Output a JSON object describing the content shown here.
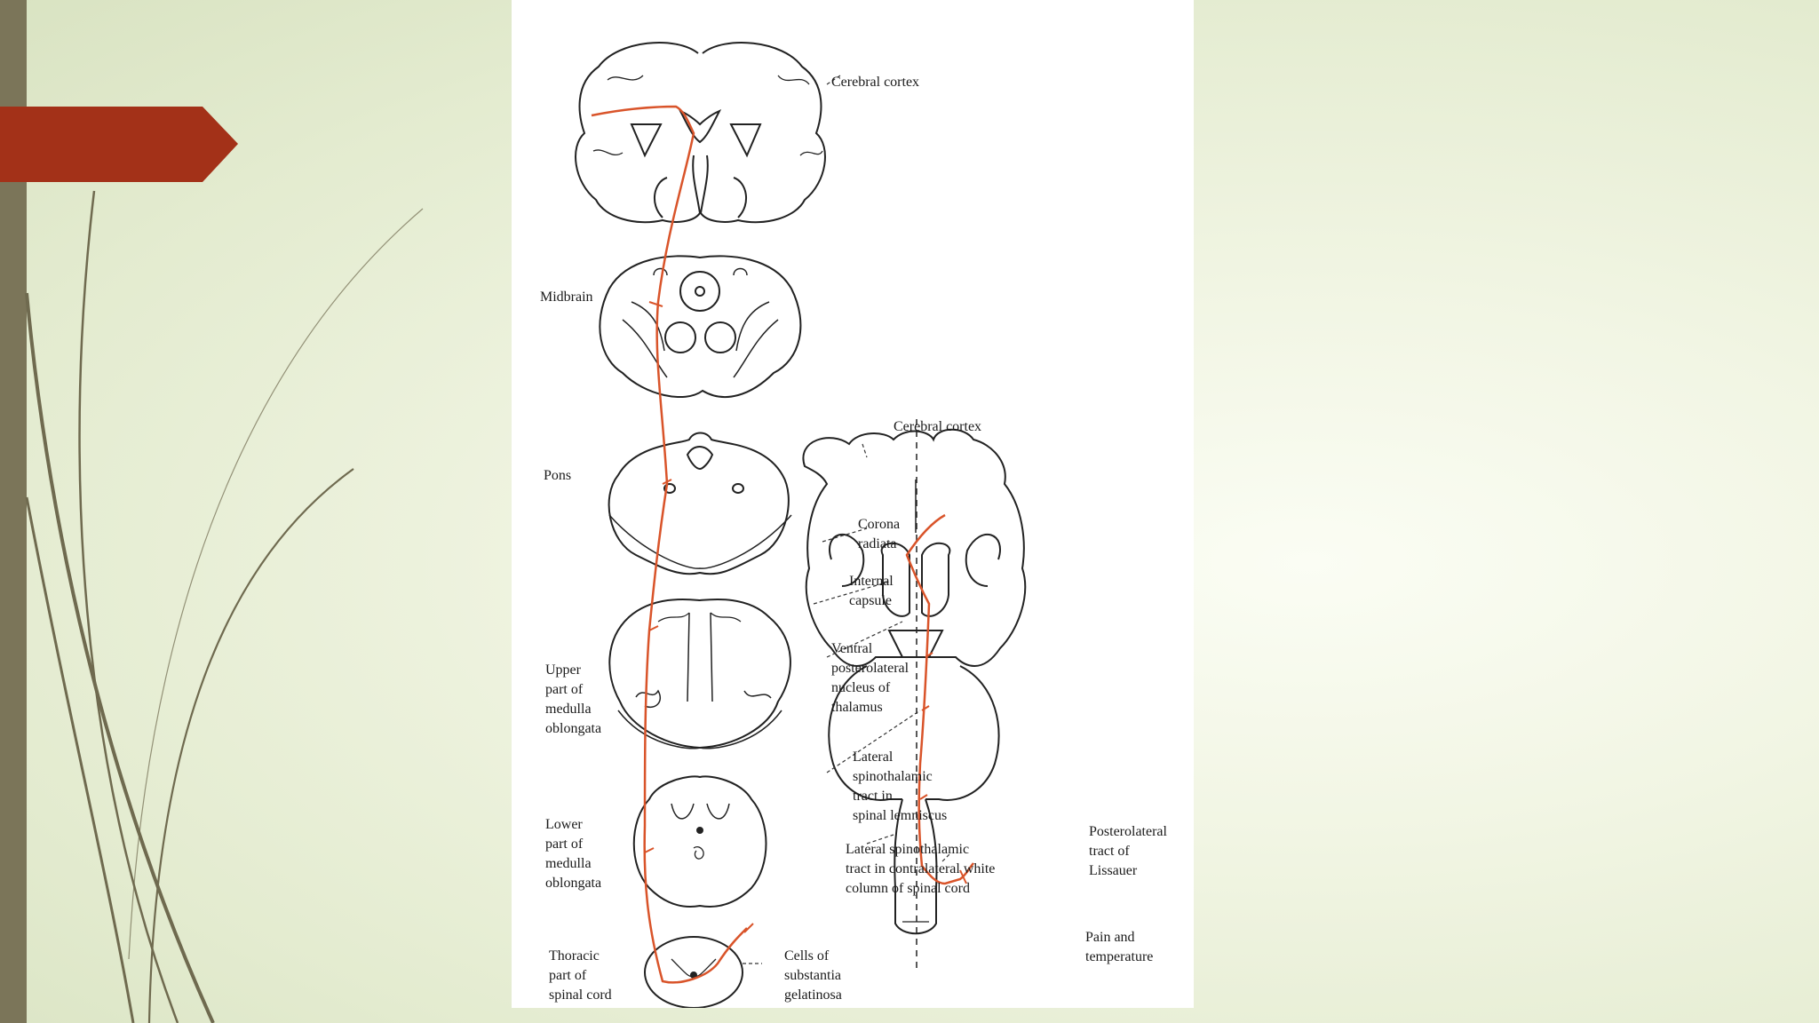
{
  "slide": {
    "colors": {
      "accent_bar": "#7b7559",
      "tab": "#a33118",
      "swoosh": "#6f6a4f",
      "pathway": "#d9542a"
    }
  },
  "figure": {
    "left_panel": {
      "cerebral_cortex": "Cerebral cortex",
      "midbrain": "Midbrain",
      "pons": "Pons",
      "upper_medulla": "Upper\npart of\nmedulla\noblongata",
      "lower_medulla": "Lower\npart of\nmedulla\noblongata",
      "thoracic_cord": "Thoracic\npart of\nspinal cord",
      "substantia_cells": "Cells of\nsubstantia\ngelatinosa"
    },
    "right_panel": {
      "cerebral_cortex": "Cerebral cortex",
      "corona_radiata": "Corona\nradiata",
      "internal_capsule": "Internal\ncapsule",
      "vpl_thalamus": "Ventral\nposterolateral\nnucleus of\nthalamus",
      "lateral_stt_lemniscus": "Lateral\nspinothalamic\ntract in\nspinal lemniscus",
      "lateral_stt_white_column": "Lateral spinothalamic\ntract in contralateral white\ncolumn of spinal cord",
      "lissauer": "Posterolateral\ntract of\nLissauer",
      "pain_temp": "Pain and\ntemperature"
    }
  }
}
